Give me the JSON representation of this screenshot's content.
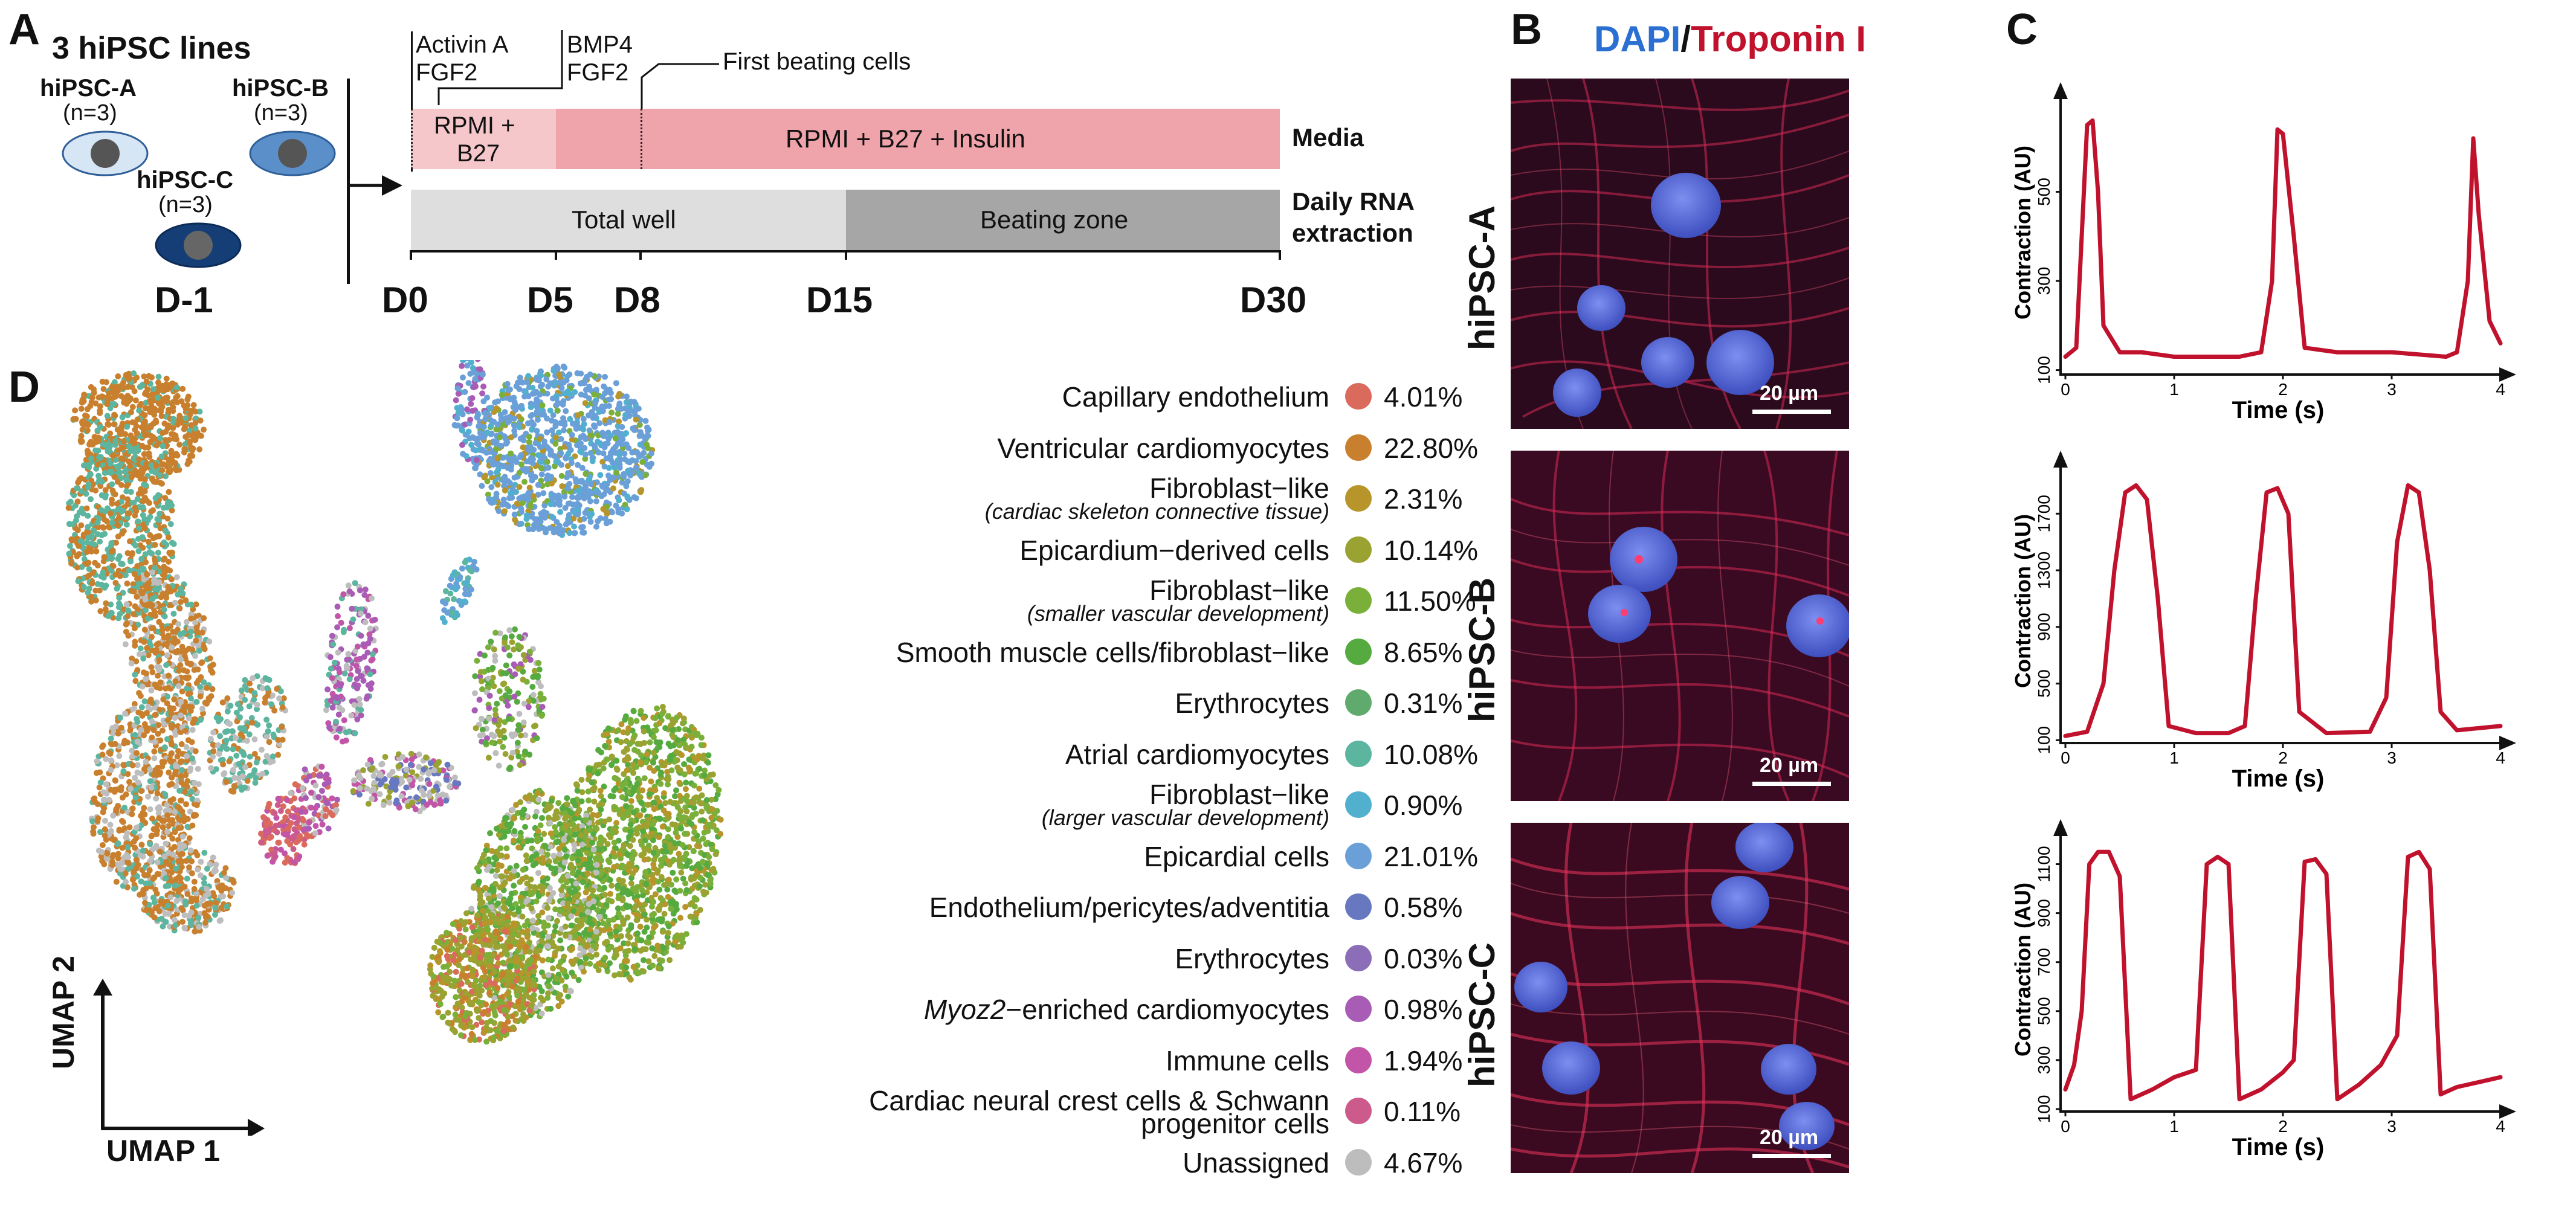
{
  "panels": {
    "a": "A",
    "b": "B",
    "c": "C",
    "d": "D"
  },
  "panelA": {
    "title": "3 hiPSC lines",
    "lines": [
      {
        "name": "hiPSC-A",
        "n": "(n=3)",
        "color": "#d6e6f5"
      },
      {
        "name": "hiPSC-B",
        "n": "(n=3)",
        "color": "#5b8fc9"
      },
      {
        "name": "hiPSC-C",
        "n": "(n=3)",
        "color": "#143e75"
      }
    ],
    "day_minus1": "D-1",
    "days": [
      "D0",
      "D5",
      "D8",
      "D15",
      "D30"
    ],
    "annotations": {
      "d0_factors": [
        "Activin A",
        "FGF2"
      ],
      "d5_factors": [
        "BMP4",
        "FGF2"
      ],
      "d8_note": "First beating cells"
    },
    "media": {
      "stage1": "RPMI +",
      "stage1b": "B27",
      "stage2": "RPMI + B27 + Insulin",
      "row_label": "Media"
    },
    "rna": {
      "stage1": "Total well",
      "stage2": "Beating zone",
      "row_label_1": "Daily RNA",
      "row_label_2": "extraction"
    }
  },
  "panelB": {
    "title_dapi": "DAPI",
    "title_sep": "/",
    "title_trop": "Troponin I",
    "rows": [
      "hiPSC-A",
      "hiPSC-B",
      "hiPSC-C"
    ],
    "scale": "20 µm"
  },
  "panelC": {
    "ylabel": "Contraction (AU)",
    "xlabel": "Time (s)",
    "color": "#c0122d",
    "plots": [
      {
        "yticks": [
          "100",
          "300",
          "500"
        ],
        "xticks": [
          "0",
          "1",
          "2",
          "3",
          "4"
        ],
        "x": [
          0,
          0.1,
          0.15,
          0.2,
          0.25,
          0.3,
          0.35,
          0.5,
          0.7,
          1,
          1.3,
          1.6,
          1.8,
          1.9,
          1.95,
          2.0,
          2.1,
          2.2,
          2.5,
          3,
          3.5,
          3.6,
          3.7,
          3.75,
          3.8,
          3.9,
          4.0
        ],
        "y": [
          130,
          150,
          400,
          650,
          660,
          500,
          200,
          140,
          140,
          130,
          130,
          130,
          140,
          300,
          640,
          630,
          400,
          150,
          140,
          140,
          130,
          140,
          300,
          620,
          450,
          210,
          160
        ],
        "ylim": [
          90,
          700
        ]
      },
      {
        "yticks": [
          "100",
          "500",
          "900",
          "1300",
          "1700"
        ],
        "xticks": [
          "0",
          "1",
          "2",
          "3",
          "4"
        ],
        "x": [
          0,
          0.2,
          0.35,
          0.45,
          0.55,
          0.65,
          0.75,
          0.85,
          0.95,
          1.2,
          1.5,
          1.65,
          1.75,
          1.85,
          1.95,
          2.05,
          2.15,
          2.4,
          2.8,
          2.95,
          3.05,
          3.15,
          3.25,
          3.35,
          3.45,
          3.6,
          4.0
        ],
        "y": [
          130,
          160,
          500,
          1300,
          1850,
          1900,
          1800,
          1100,
          200,
          150,
          150,
          200,
          1100,
          1850,
          1880,
          1700,
          300,
          150,
          160,
          400,
          1500,
          1900,
          1850,
          1300,
          300,
          170,
          200
        ],
        "ylim": [
          80,
          2000
        ]
      },
      {
        "yticks": [
          "100",
          "300",
          "500",
          "700",
          "900",
          "1100"
        ],
        "xticks": [
          "0",
          "1",
          "2",
          "3",
          "4"
        ],
        "x": [
          0,
          0.08,
          0.15,
          0.22,
          0.3,
          0.4,
          0.5,
          0.6,
          0.8,
          1.0,
          1.2,
          1.3,
          1.4,
          1.5,
          1.6,
          1.8,
          2.0,
          2.1,
          2.2,
          2.3,
          2.4,
          2.5,
          2.7,
          2.9,
          3.05,
          3.15,
          3.25,
          3.35,
          3.45,
          3.6,
          3.8,
          4.0
        ],
        "y": [
          180,
          280,
          500,
          1100,
          1150,
          1150,
          1050,
          140,
          180,
          230,
          260,
          1100,
          1130,
          1100,
          140,
          180,
          250,
          300,
          1110,
          1120,
          1060,
          140,
          200,
          280,
          400,
          1130,
          1150,
          1080,
          160,
          190,
          210,
          230
        ],
        "ylim": [
          90,
          1200
        ]
      }
    ]
  },
  "panelD": {
    "umap_x": "UMAP 1",
    "umap_y": "UMAP 2",
    "legend": [
      {
        "label": "Capillary endothelium",
        "sub": "",
        "pct": "4.01%",
        "color": "#d96a5c"
      },
      {
        "label": "Ventricular cardiomyocytes",
        "sub": "",
        "pct": "22.80%",
        "color": "#c9802e"
      },
      {
        "label": "Fibroblast−like",
        "sub": "(cardiac skeleton connective tissue)",
        "pct": "2.31%",
        "color": "#b8952a"
      },
      {
        "label": "Epicardium−derived cells",
        "sub": "",
        "pct": "10.14%",
        "color": "#9aa232"
      },
      {
        "label": "Fibroblast−like",
        "sub": "(smaller vascular development)",
        "pct": "11.50%",
        "color": "#7ab03a"
      },
      {
        "label": "Smooth muscle cells/fibroblast−like",
        "sub": "",
        "pct": "8.65%",
        "color": "#55aa40"
      },
      {
        "label": "Erythrocytes",
        "sub": "",
        "pct": "0.31%",
        "color": "#5faa6c"
      },
      {
        "label": "Atrial cardiomyocytes",
        "sub": "",
        "pct": "10.08%",
        "color": "#5cb59e"
      },
      {
        "label": "Fibroblast−like",
        "sub": "(larger vascular development)",
        "pct": "0.90%",
        "color": "#52b0cf"
      },
      {
        "label": "Epicardial cells",
        "sub": "",
        "pct": "21.01%",
        "color": "#6a9fd8"
      },
      {
        "label": "Endothelium/pericytes/adventitia",
        "sub": "",
        "pct": "0.58%",
        "color": "#6878c0"
      },
      {
        "label": "Erythrocytes",
        "sub": "",
        "pct": "0.03%",
        "color": "#8c6eb8"
      },
      {
        "label": "Myoz2−enriched cardiomyocytes",
        "sub": "",
        "pct": "0.98%",
        "color": "#a85cb5"
      },
      {
        "label": "Immune cells",
        "sub": "",
        "pct": "1.94%",
        "color": "#c255a8"
      },
      {
        "label": "Cardiac neural crest cells & Schwann",
        "sub": "progenitor cells",
        "pct": "0.11%",
        "color": "#cc5a8a"
      },
      {
        "label": "Unassigned",
        "sub": "",
        "pct": "4.67%",
        "color": "#bdbdbd"
      }
    ]
  }
}
